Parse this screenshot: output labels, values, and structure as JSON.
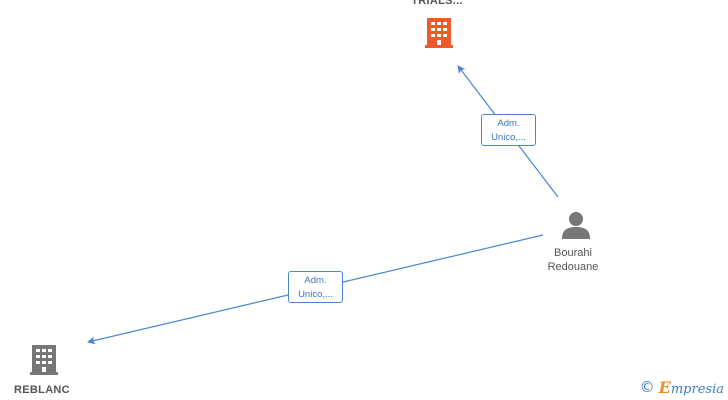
{
  "nodes": {
    "company_top": {
      "label": "TRIALS...",
      "icon": "building-icon",
      "color": "#ef5a2a"
    },
    "company_bottom": {
      "label": "REBLANC",
      "icon": "building-icon",
      "color": "#777777"
    },
    "person": {
      "label_line1": "Bourahi",
      "label_line2": "Redouane",
      "icon": "person-icon",
      "color": "#777777"
    }
  },
  "edges": [
    {
      "from": "person",
      "to": "company_top",
      "label_line1": "Adm.",
      "label_line2": "Unico,..."
    },
    {
      "from": "person",
      "to": "company_bottom",
      "label_line1": "Adm.",
      "label_line2": "Unico,..."
    }
  ],
  "brand": {
    "copyright_symbol": "©",
    "initial": "E",
    "name_rest": "mpresia"
  },
  "colors": {
    "edge": "#4a86d0",
    "highlight": "#ef5a2a",
    "neutral": "#777777"
  }
}
